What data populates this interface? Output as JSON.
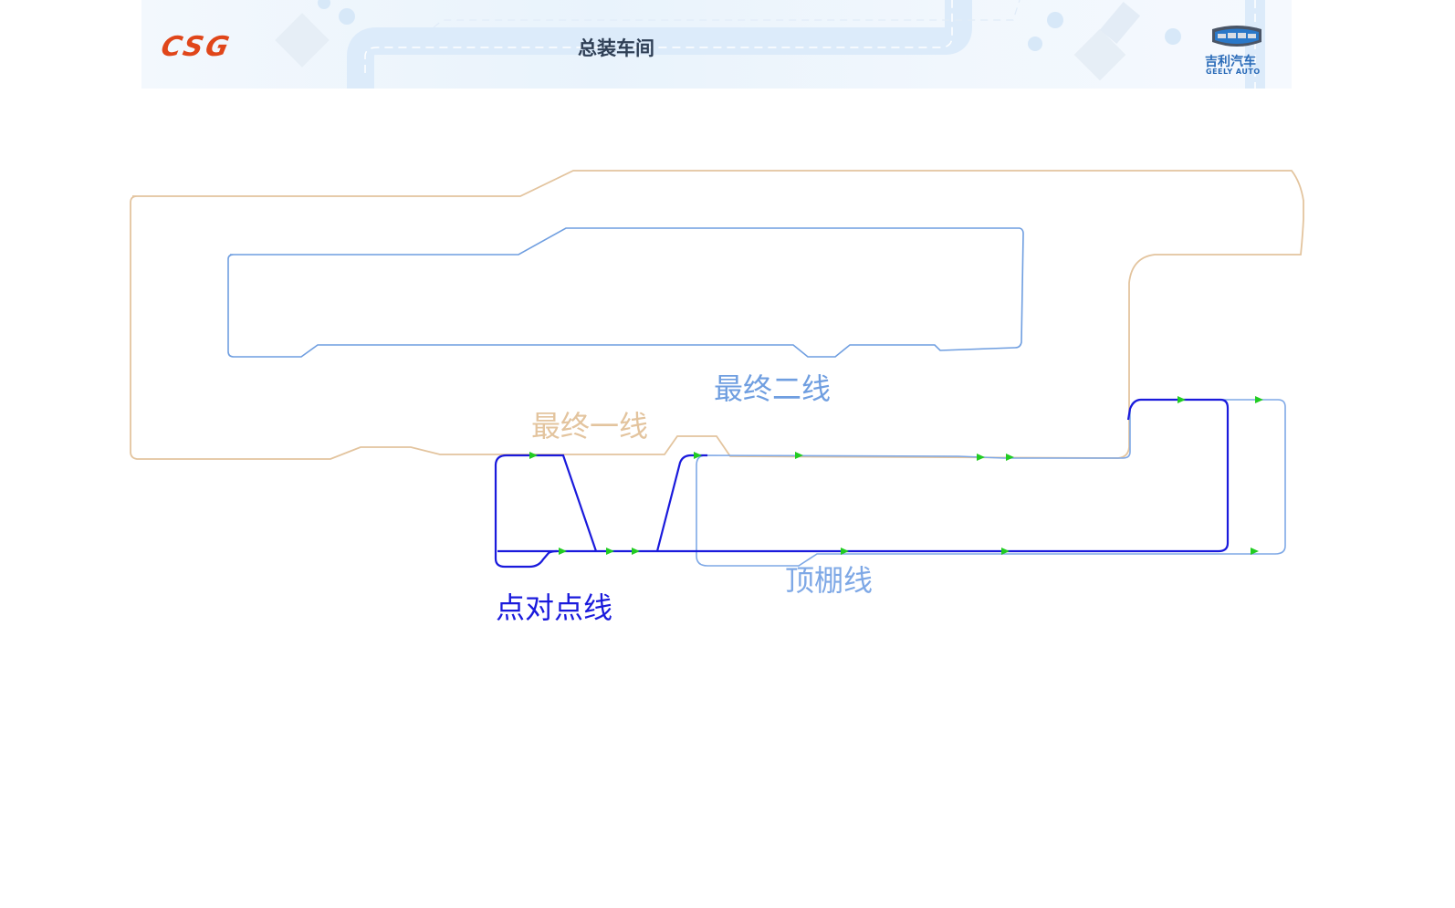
{
  "header": {
    "company_logo": "CSG",
    "title": "总装车间",
    "brand_logo_cn": "吉利汽车",
    "brand_logo_en": "GEELY AUTO"
  },
  "diagram": {
    "line_labels": {
      "final_line_1": "最终一线",
      "final_line_2": "最终二线",
      "headliner_line": "顶棚线",
      "point_to_point_line": "点对点线"
    },
    "colors": {
      "final_line_1": "#e3c49e",
      "final_line_2": "#6f9ee0",
      "headliner_line": "#7ea8e6",
      "point_to_point_line": "#1a1adc",
      "marker": "#22cc22",
      "header_title": "#2f3f55",
      "csg_logo": "#e0461a",
      "brand": "#2a6bb8"
    }
  }
}
